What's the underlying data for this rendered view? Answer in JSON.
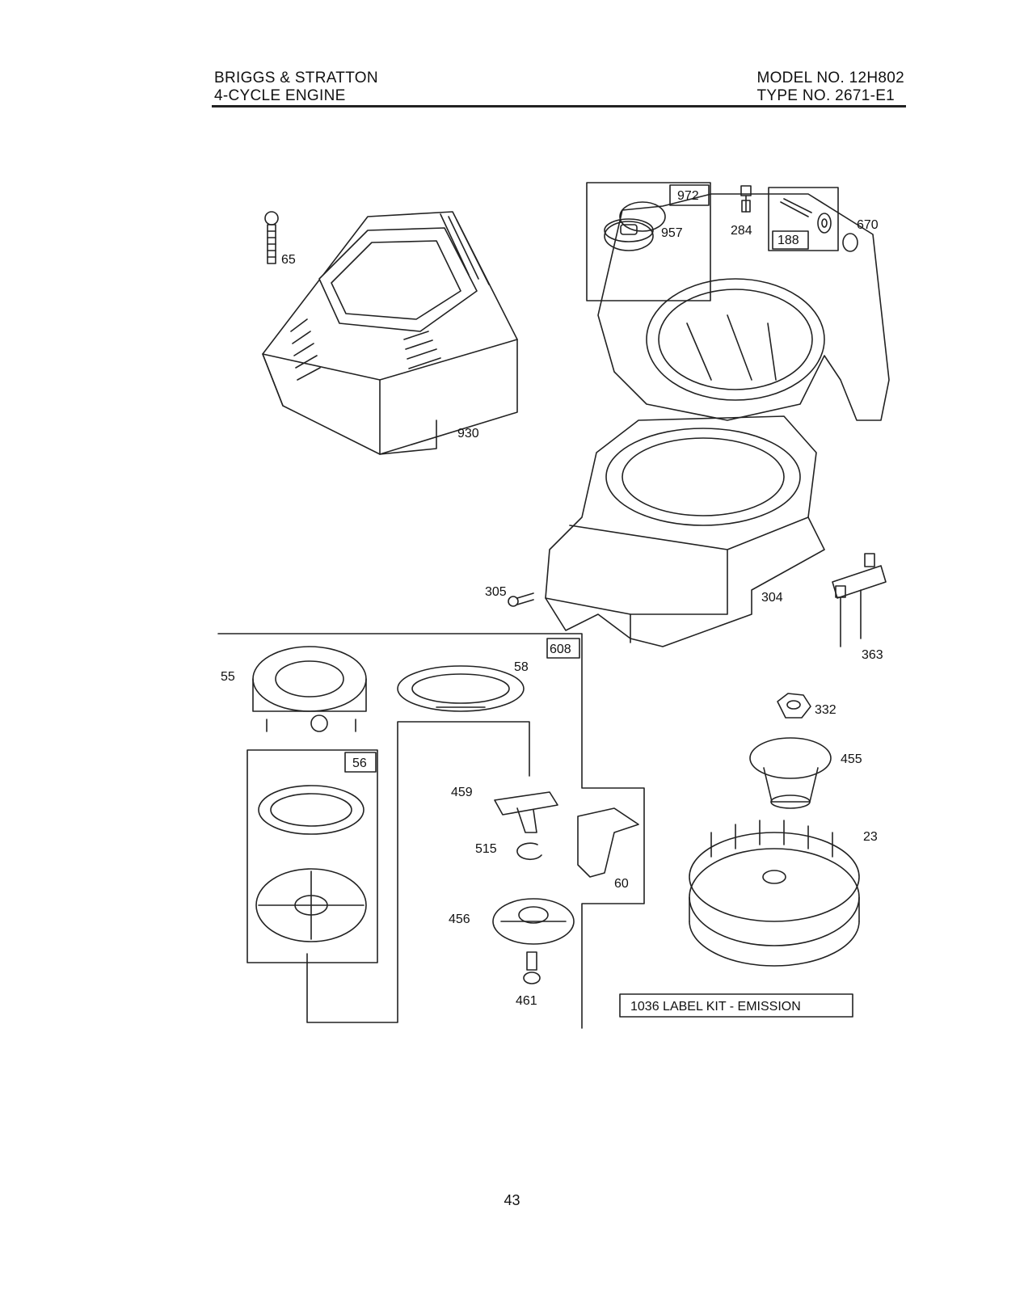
{
  "header": {
    "brand": "BRIGGS & STRATTON",
    "engine": "4-CYCLE ENGINE",
    "model": "MODEL NO. 12H802",
    "type": "TYPE NO. 2671-E1"
  },
  "parts": {
    "p65": "65",
    "p930": "930",
    "p972": "972",
    "p957": "957",
    "p284": "284",
    "p188": "188",
    "p670": "670",
    "p305": "305",
    "p304": "304",
    "p363": "363",
    "p608": "608",
    "p58": "58",
    "p55": "55",
    "p56": "56",
    "p332": "332",
    "p455": "455",
    "p459": "459",
    "p515": "515",
    "p60": "60",
    "p456": "456",
    "p461": "461",
    "p23": "23"
  },
  "label_kit": "1036 LABEL KIT - EMISSION",
  "page_number": "43"
}
